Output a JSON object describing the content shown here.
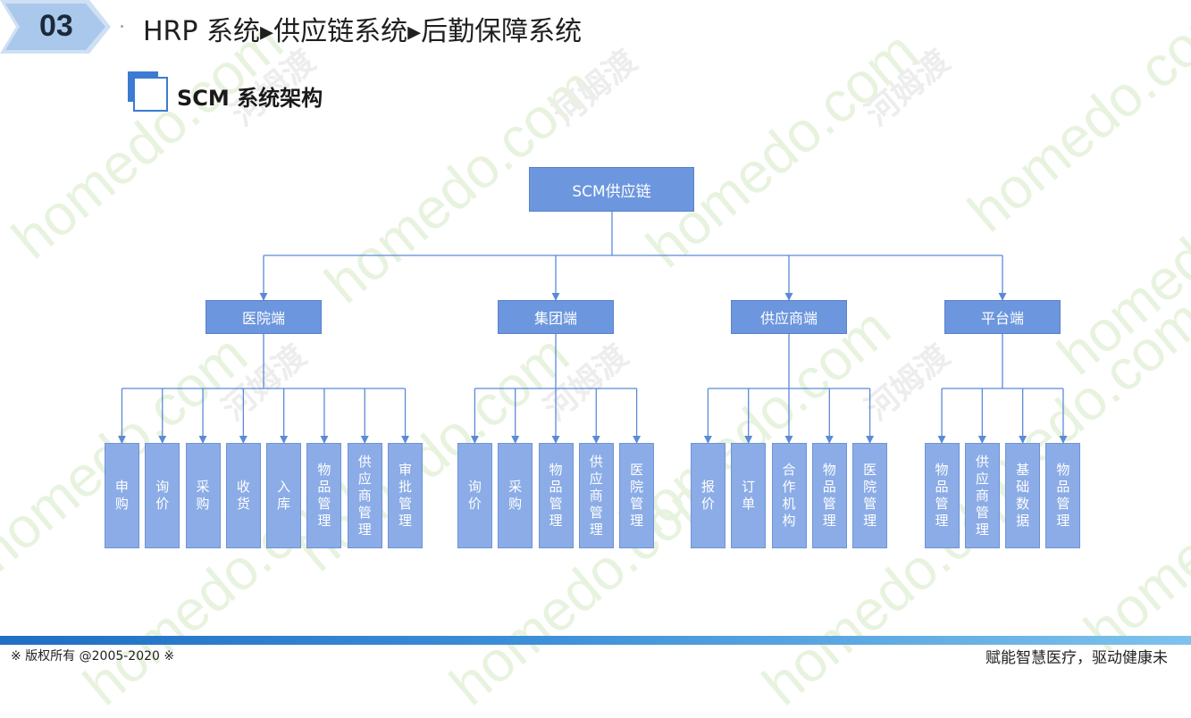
{
  "header": {
    "section_number": "03",
    "title": "HRP 系统▸供应链系统▸后勤保障系统"
  },
  "subtitle": "SCM 系统架构",
  "tree": {
    "root": "SCM供应链",
    "branches": [
      {
        "label": "医院端",
        "children": [
          "申购",
          "询价",
          "采购",
          "收货",
          "入库",
          "物品管理",
          "供应商管理",
          "审批管理"
        ]
      },
      {
        "label": "集团端",
        "children": [
          "询价",
          "采购",
          "物品管理",
          "供应商管理",
          "医院管理"
        ]
      },
      {
        "label": "供应商端",
        "children": [
          "报价",
          "订单",
          "合作机构",
          "物品管理",
          "医院管理"
        ]
      },
      {
        "label": "平台端",
        "children": [
          "物品管理",
          "供应商管理",
          "基础数据",
          "物品管理"
        ]
      }
    ]
  },
  "footer": {
    "copyright": "※  版权所有 @2005-2020  ※",
    "slogan": "赋能智慧医疗，驱动健康未"
  },
  "watermark": {
    "text": "homedo.com",
    "brand_cn": "河姆渡"
  },
  "colors": {
    "node_fill": "#6c96de",
    "leaf_fill": "#8bace6",
    "connector": "#5b8ad6",
    "badge": "#3b7bd1"
  }
}
